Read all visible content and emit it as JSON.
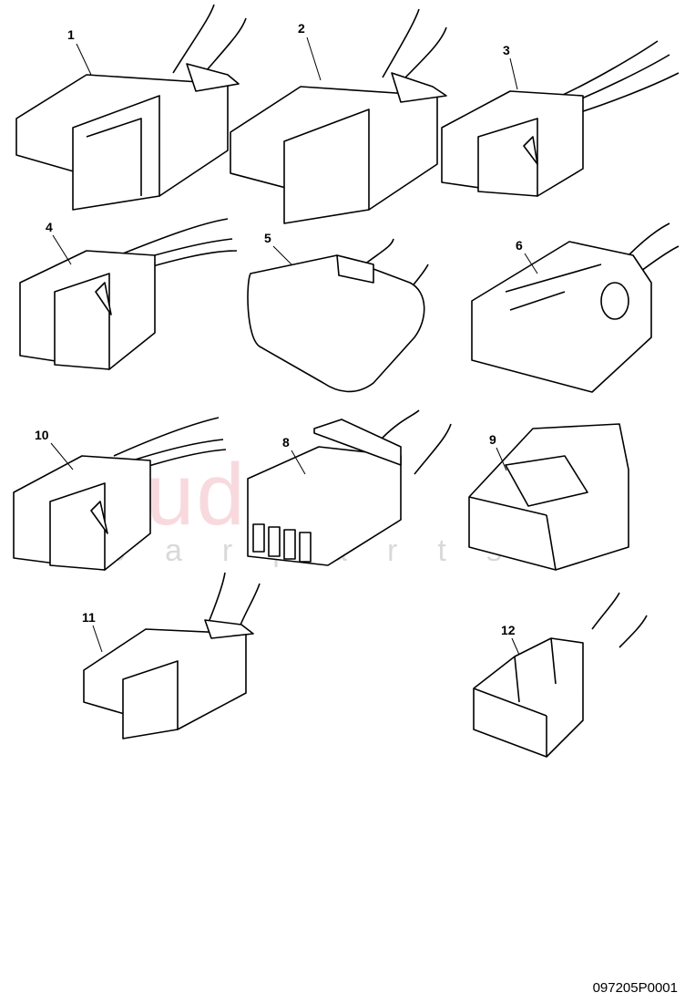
{
  "diagram": {
    "parts": [
      {
        "label": "1"
      },
      {
        "label": "2"
      },
      {
        "label": "3"
      },
      {
        "label": "4"
      },
      {
        "label": "5"
      },
      {
        "label": "6"
      },
      {
        "label": "10"
      },
      {
        "label": "8"
      },
      {
        "label": "9"
      },
      {
        "label": "11"
      },
      {
        "label": "12"
      }
    ],
    "drawing_code": "097205P0001",
    "watermark": {
      "main": "scuderia",
      "sub": "car parts"
    }
  }
}
